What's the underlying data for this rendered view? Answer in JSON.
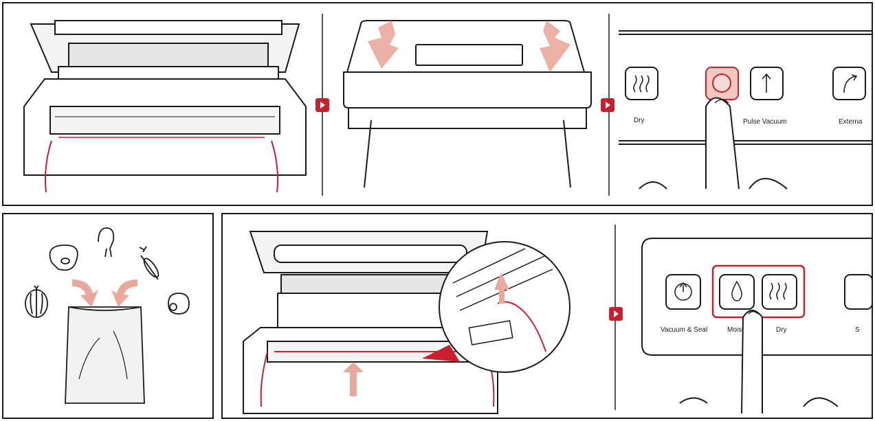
{
  "labels": {
    "dry_top": "Dry",
    "pulse_vacuum": "Pulse Vacuum",
    "external_cut": "Externa",
    "vacuum_seal": "Vacuum & Seal",
    "moist_cut": "Moist",
    "dry_bottom": "Dry",
    "s_cut": "S"
  },
  "colors": {
    "accent": "#c8202f",
    "accent_light": "#e9a89c",
    "stroke": "#1a1a1a"
  },
  "icons": [
    "step-arrow-icon",
    "steam-icon",
    "pulse-arrow-icon",
    "external-arrow-icon",
    "power-icon",
    "drop-icon",
    "finger-icon"
  ]
}
